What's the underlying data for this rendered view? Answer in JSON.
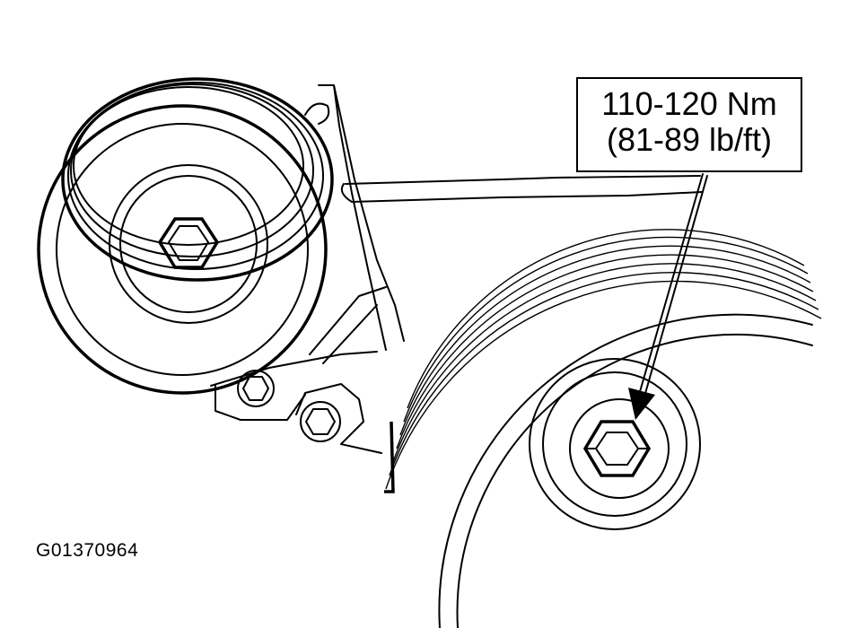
{
  "callout": {
    "torque_nm": "110-120 Nm",
    "torque_lbft": "(81-89 lb/ft)"
  },
  "figure": {
    "id": "G01370964"
  }
}
